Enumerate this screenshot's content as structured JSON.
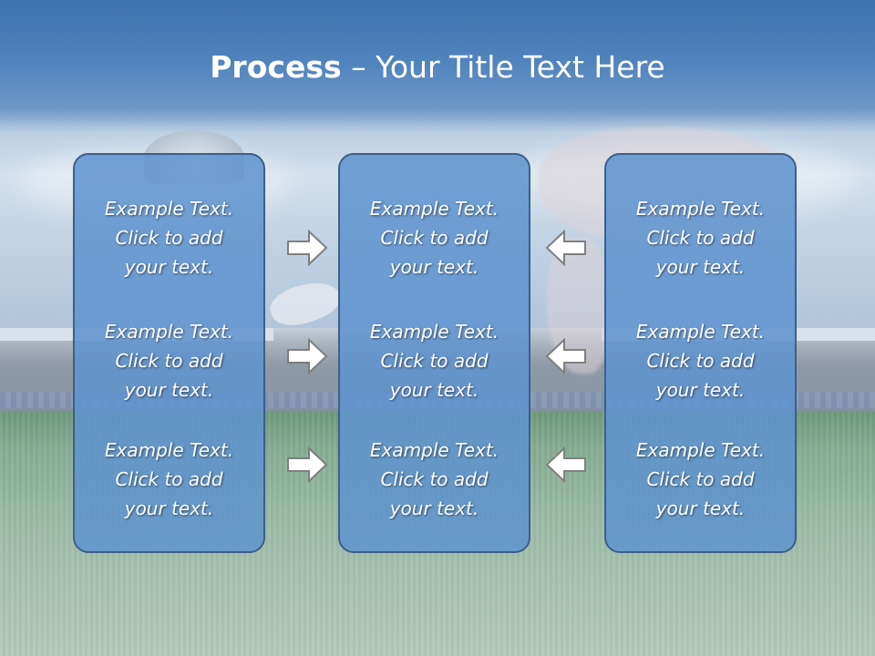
{
  "slide": {
    "title_bold": "Process",
    "title_rest": " – Your Title Text Here",
    "columns": [
      {
        "items": [
          [
            "Example Text.",
            "Click  to add",
            "your text."
          ],
          [
            "Example Text.",
            "Click  to add",
            "your text."
          ],
          [
            "Example Text.",
            "Click  to add",
            "your text."
          ]
        ]
      },
      {
        "items": [
          [
            "Example Text.",
            "Click  to add",
            "your text."
          ],
          [
            "Example Text.",
            "Click  to add",
            "your text."
          ],
          [
            "Example Text.",
            "Click  to add",
            "your text."
          ]
        ]
      },
      {
        "items": [
          [
            "Example Text.",
            "Click  to add",
            "your text."
          ],
          [
            "Example Text.",
            "Click  to add",
            "your text."
          ],
          [
            "Example Text.",
            "Click  to add",
            "your text."
          ]
        ]
      }
    ],
    "arrows_left": [
      "right-arrow-icon",
      "right-arrow-icon",
      "right-arrow-icon"
    ],
    "arrows_right": [
      "left-arrow-icon",
      "left-arrow-icon",
      "left-arrow-icon"
    ],
    "colors": {
      "title_bar": "#4a7fb9",
      "box_fill": "#5e93ce",
      "box_border": "#3c5f8a",
      "text": "#ffffff",
      "arrow_fill": "#ffffff",
      "arrow_stroke": "#7f7f7f"
    }
  }
}
